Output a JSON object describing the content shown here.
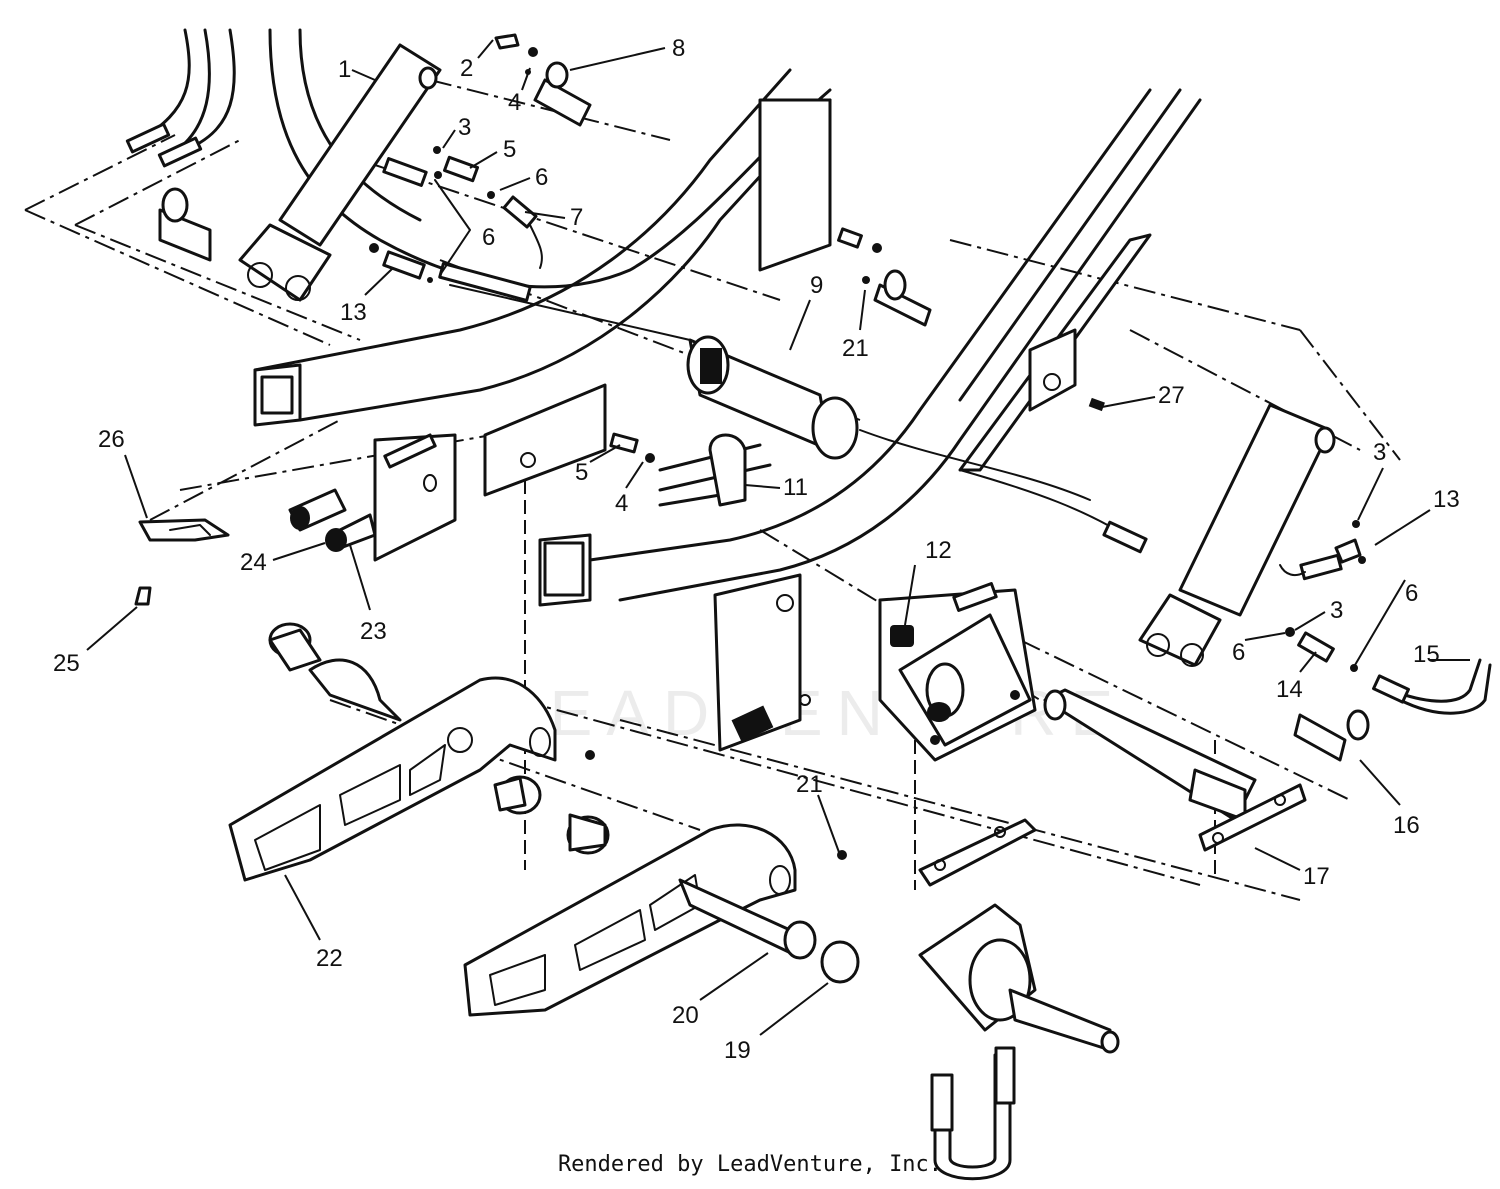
{
  "credit": "Rendered by LeadVenture, Inc.",
  "watermark": "LEADVENTURE",
  "callouts": [
    "1",
    "2",
    "3",
    "4",
    "5",
    "6",
    "7",
    "8",
    "9",
    "11",
    "12",
    "13",
    "14",
    "15",
    "16",
    "17",
    "19",
    "20",
    "21",
    "22",
    "23",
    "24",
    "25",
    "26",
    "27"
  ]
}
